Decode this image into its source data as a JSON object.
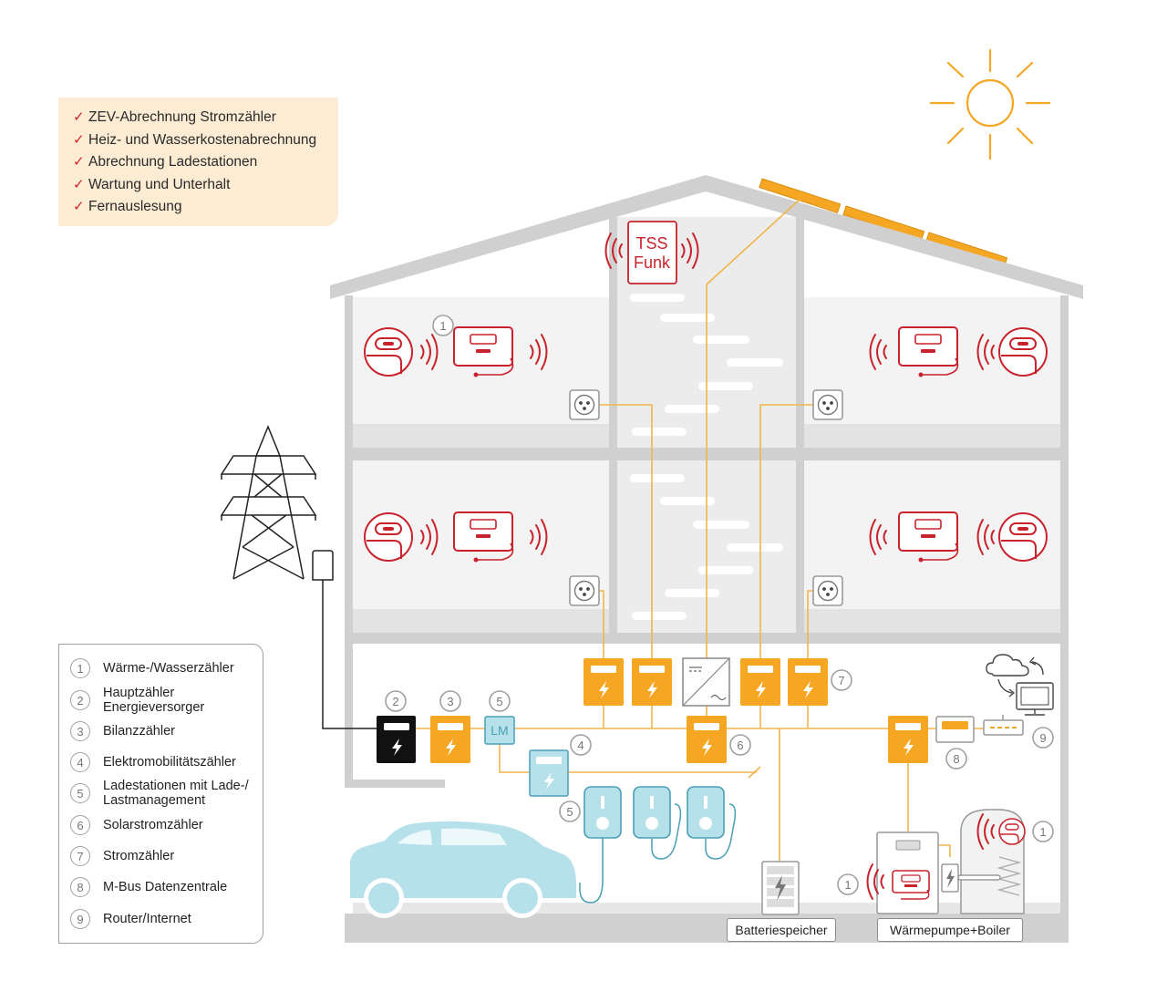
{
  "services": {
    "check_mark": "✓",
    "items": [
      "ZEV-Abrechnung Stromzähler",
      "Heiz- und Wasserkostenabrechnung",
      "Abrechnung Ladestationen",
      "Wartung und Unterhalt",
      "Fernauslesung"
    ]
  },
  "legend": {
    "items": [
      {
        "num": "1",
        "text": "Wärme-/Wasserzähler"
      },
      {
        "num": "2",
        "text": "Hauptzähler Energieversorger"
      },
      {
        "num": "3",
        "text": "Bilanzzähler"
      },
      {
        "num": "4",
        "text": "Elektromobilitätszähler"
      },
      {
        "num": "5",
        "text": "Ladestationen mit Lade-/ Lastmanagement"
      },
      {
        "num": "6",
        "text": "Solarstromzähler"
      },
      {
        "num": "7",
        "text": "Stromzähler"
      },
      {
        "num": "8",
        "text": "M-Bus Datenzentrale"
      },
      {
        "num": "9",
        "text": "Router/Internet"
      }
    ]
  },
  "tss": {
    "line1": "TSS",
    "line2": "Funk"
  },
  "lm_label": "LM",
  "labels": {
    "battery": "Batteriespeicher",
    "heatpump": "Wärmepumpe+Boiler"
  },
  "badges": {
    "attic_left": "1",
    "main_meter": "2",
    "balance_meter": "3",
    "lm": "5",
    "emob_meter": "4",
    "chargers": "5",
    "solar_meter": "6",
    "power_meters": "7",
    "mbus": "8",
    "router": "9",
    "boiler": "1",
    "heatpump": "1"
  },
  "colors": {
    "orange": "#f5a623",
    "red": "#c8232c",
    "grey": "#d3d3d3",
    "light_blue": "#b7e1ea",
    "blue_line": "#4a9fb5",
    "sun": "#f5a623",
    "line": "#f0b64a",
    "cream": "#fdecd4"
  },
  "icons": [
    "sun-icon",
    "power-pylon-icon",
    "bolt-icon",
    "socket-icon",
    "heat-meter-icon",
    "radio-waves-icon",
    "cloud-icon",
    "monitor-icon",
    "car-icon",
    "battery-icon",
    "inverter-icon"
  ]
}
